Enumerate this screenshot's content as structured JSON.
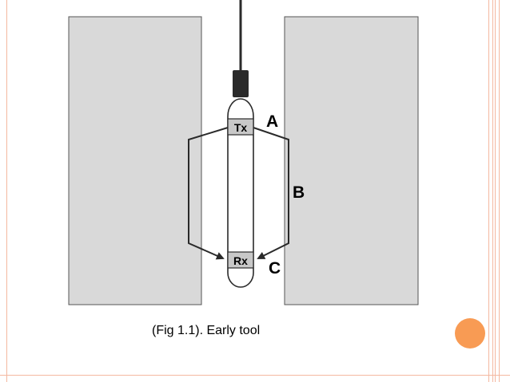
{
  "diagram": {
    "transmitter_label": "Tx",
    "receiver_label": "Rx",
    "path_labels": {
      "a": "A",
      "b": "B",
      "c": "C"
    }
  },
  "caption": "(Fig 1.1). Early tool",
  "colors": {
    "formation": "#d9d9d9",
    "frame_accent": "#f4b8a0",
    "slide_dot": "#f89b54",
    "cable": "#2a2a2a"
  }
}
